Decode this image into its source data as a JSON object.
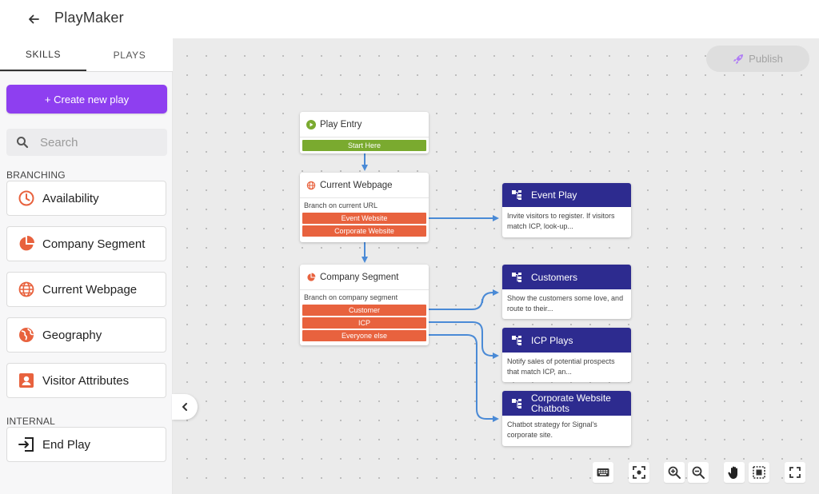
{
  "header": {
    "title": "PlayMaker",
    "back_icon": "arrow-left-icon"
  },
  "sidebar": {
    "tabs": [
      {
        "label": "SKILLS",
        "active": true
      },
      {
        "label": "PLAYS",
        "active": false
      }
    ],
    "create_button": "+ Create new play",
    "search_placeholder": "Search",
    "sections": {
      "branching": "BRANCHING",
      "internal": "INTERNAL"
    },
    "branching_items": [
      {
        "label": "Availability",
        "icon": "clock-icon"
      },
      {
        "label": "Company Segment",
        "icon": "pie-chart-icon"
      },
      {
        "label": "Current Webpage",
        "icon": "globe-icon"
      },
      {
        "label": "Geography",
        "icon": "earth-icon"
      },
      {
        "label": "Visitor Attributes",
        "icon": "person-badge-icon"
      }
    ],
    "internal_items": [
      {
        "label": "End Play",
        "icon": "exit-icon"
      }
    ]
  },
  "canvas": {
    "publish_label": "Publish",
    "nodes": {
      "entry": {
        "title": "Play Entry",
        "branch": "Start Here"
      },
      "webpage": {
        "title": "Current Webpage",
        "subtitle": "Branch on current URL",
        "branches": [
          "Event Website",
          "Corporate Website"
        ]
      },
      "segment": {
        "title": "Company Segment",
        "subtitle": "Branch on company segment",
        "branches": [
          "Customer",
          "ICP",
          "Everyone else"
        ]
      }
    },
    "plays": [
      {
        "title": "Event Play",
        "description": "Invite visitors to register. If visitors match ICP, look-up..."
      },
      {
        "title": "Customers",
        "description": "Show the customers some love, and route to their..."
      },
      {
        "title": "ICP Plays",
        "description": "Notify sales of potential prospects that match ICP, an..."
      },
      {
        "title": "Corporate Website Chatbots",
        "description": "Chatbot strategy for Signal's corporate site."
      }
    ],
    "toolbar": [
      "keyboard-icon",
      "fit-view-icon",
      "zoom-in-icon",
      "zoom-out-icon",
      "hand-pan-icon",
      "select-area-icon",
      "fullscreen-icon"
    ]
  },
  "colors": {
    "accent": "#8e3ff0",
    "branch": "#e8623e",
    "entry": "#7aaa2f",
    "play_header": "#2d2b8f",
    "wire": "#4a8ad6"
  }
}
